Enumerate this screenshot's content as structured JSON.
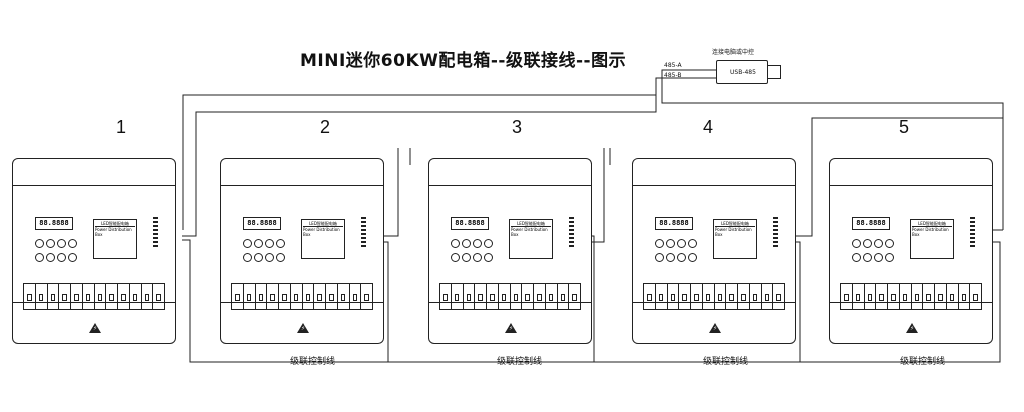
{
  "title": "MINI迷你60KW配电箱--级联接线--图示",
  "connector": {
    "label": "连接电脑或中控",
    "device": "USB-485",
    "line_a": "485-A",
    "line_b": "485-B"
  },
  "boxes": [
    {
      "number": "1"
    },
    {
      "number": "2"
    },
    {
      "number": "3"
    },
    {
      "number": "4"
    },
    {
      "number": "5"
    }
  ],
  "box_display": "88.8888",
  "box_plate_title": "LED智能配电箱",
  "box_plate_sub": "Power Distribution Box",
  "cascade_label": "级联控制线",
  "colors": {
    "line": "#222222",
    "background": "#ffffff"
  }
}
